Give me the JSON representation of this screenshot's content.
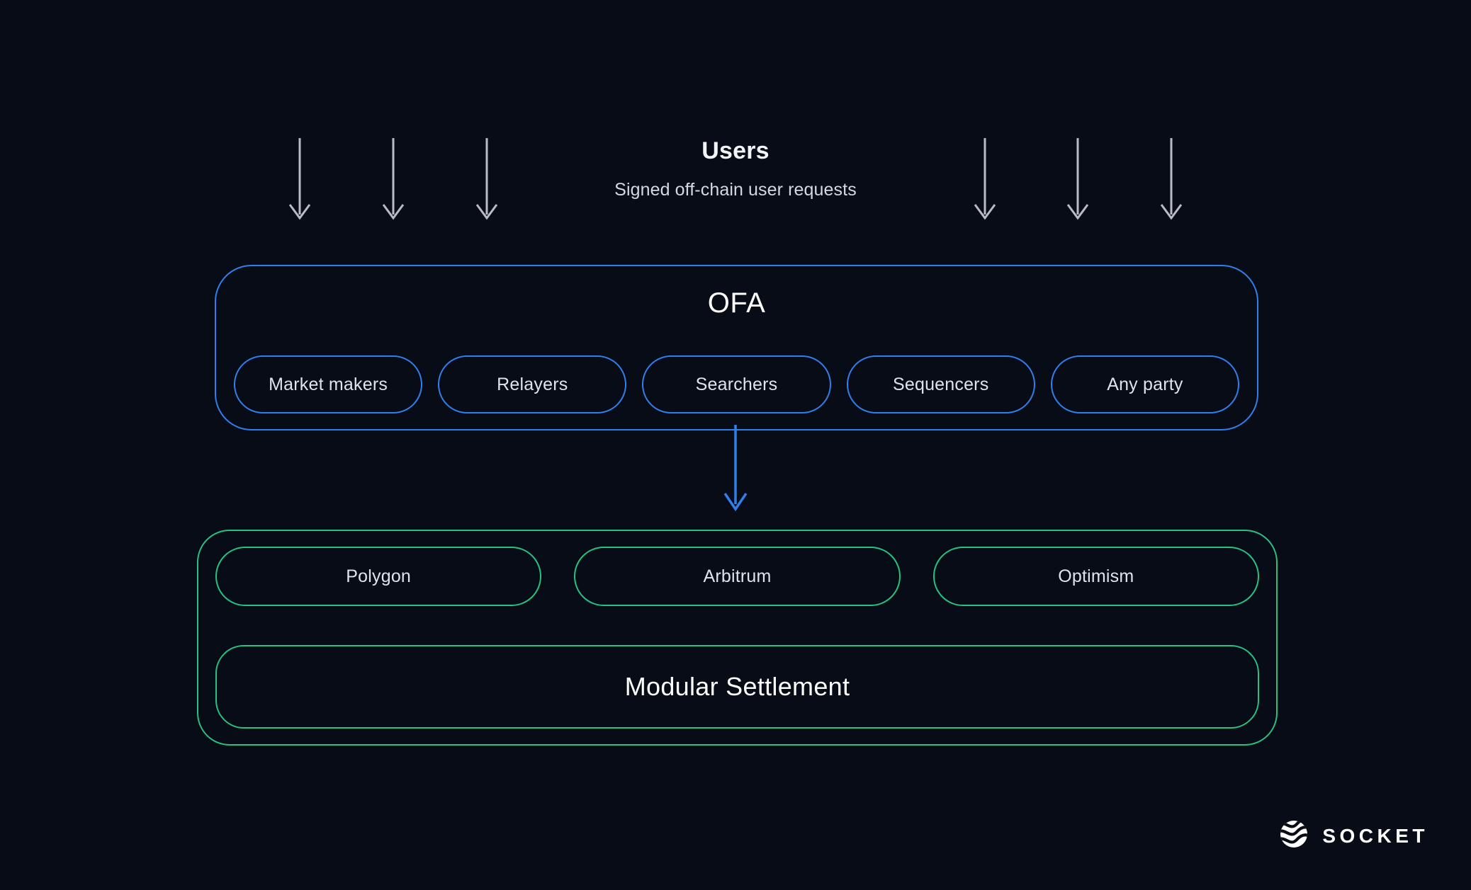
{
  "background_color": "#080c16",
  "accent_blue": "#2f80ed",
  "accent_green": "#26c281",
  "arrow_gray": "#b9bcc6",
  "users": {
    "title": "Users",
    "subtitle": "Signed off-chain user requests",
    "arrow_count": 6
  },
  "ofa": {
    "title": "OFA",
    "participants": [
      {
        "label": "Market makers"
      },
      {
        "label": "Relayers"
      },
      {
        "label": "Searchers"
      },
      {
        "label": "Sequencers"
      },
      {
        "label": "Any party"
      }
    ]
  },
  "connector": {
    "direction": "down",
    "color": "#2f80ed"
  },
  "settlement": {
    "chains": [
      {
        "label": "Polygon"
      },
      {
        "label": "Arbitrum"
      },
      {
        "label": "Optimism"
      }
    ],
    "bar_label": "Modular Settlement"
  },
  "brand": {
    "wordmark": "SOCKET",
    "mark": "socket-globe-icon"
  }
}
